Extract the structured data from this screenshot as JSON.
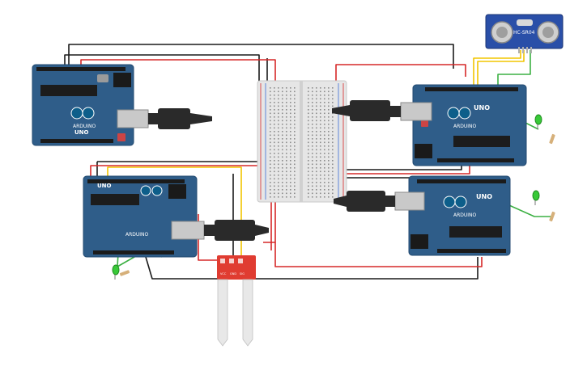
{
  "boards": [
    {
      "id": "arduino-1",
      "logo_text": "UNO",
      "brand_text": "ARDUINO"
    },
    {
      "id": "arduino-2",
      "logo_text": "UNO",
      "brand_text": "ARDUINO"
    },
    {
      "id": "arduino-3",
      "logo_text": "UNO",
      "brand_text": "ARDUINO"
    },
    {
      "id": "arduino-4",
      "logo_text": "UNO",
      "brand_text": "ARDUINO"
    }
  ],
  "ultrasonic_sensor": {
    "model_text": "HC-SR04"
  },
  "moisture_sensor": {
    "pin_labels": [
      "VCC",
      "GND",
      "SIG"
    ]
  },
  "colors": {
    "board": "#2f5d89",
    "wire_red": "#d62828",
    "wire_black": "#1a1a1a",
    "wire_yellow": "#f2c500",
    "wire_green": "#3cb043",
    "moisture_board": "#e03c31",
    "led_green": "#38c938",
    "breadboard": "#e6e6e6"
  }
}
